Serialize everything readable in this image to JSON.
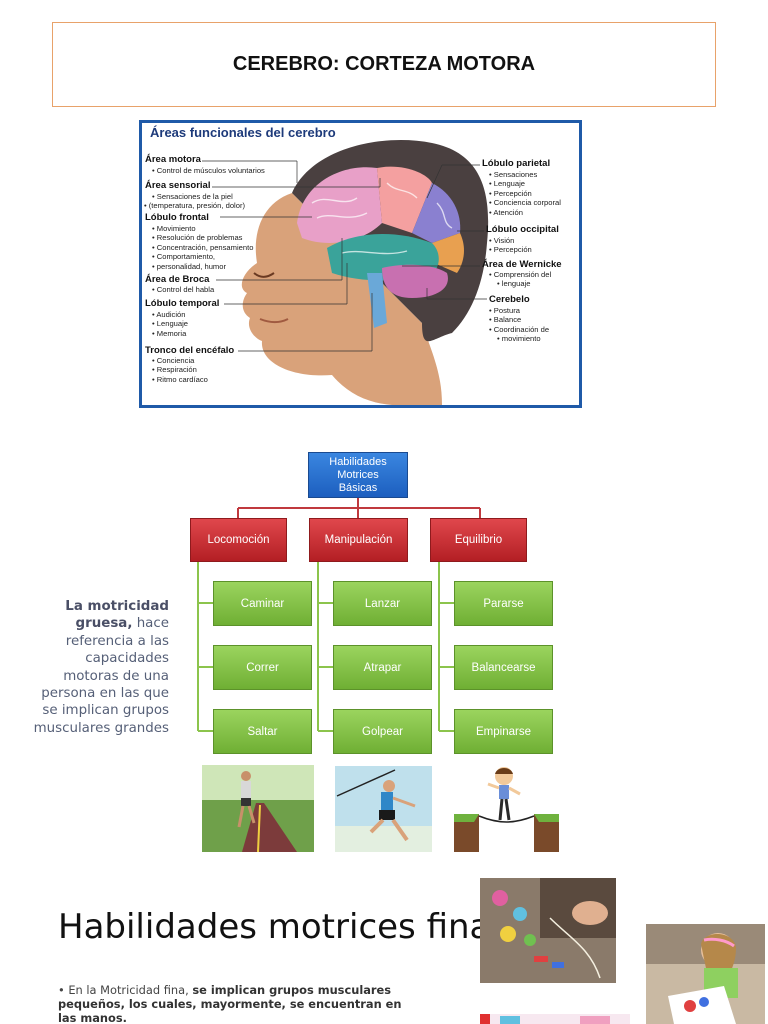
{
  "header": {
    "title": "CEREBRO: CORTEZA MOTORA"
  },
  "brain_figure": {
    "title": "Áreas funcionales del cerebro",
    "left_labels": [
      {
        "name": "Área motora",
        "items": [
          "Control de músculos voluntarios"
        ]
      },
      {
        "name": "Área sensorial",
        "items": [
          "Sensaciones de la piel",
          "(temperatura, presión, dolor)"
        ]
      },
      {
        "name": "Lóbulo frontal",
        "items": [
          "Movimiento",
          "Resolución de problemas",
          "Concentración, pensamiento",
          "Comportamiento,",
          "personalidad, humor"
        ]
      },
      {
        "name": "Área de Broca",
        "items": [
          "Control del habla"
        ]
      },
      {
        "name": "Lóbulo temporal",
        "items": [
          "Audición",
          "Lenguaje",
          "Memoria"
        ]
      },
      {
        "name": "Tronco del encéfalo",
        "items": [
          "Conciencia",
          "Respiración",
          "Ritmo cardíaco"
        ]
      }
    ],
    "right_labels": [
      {
        "name": "Lóbulo parietal",
        "items": [
          "Sensaciones",
          "Lenguaje",
          "Percepción",
          "Conciencia corporal",
          "Atención"
        ]
      },
      {
        "name": "Lóbulo occipital",
        "items": [
          "Visión",
          "Percepción"
        ]
      },
      {
        "name": "Área de Wernicke",
        "items": [
          "Comprensión del",
          "lenguaje"
        ]
      },
      {
        "name": "Cerebelo",
        "items": [
          "Postura",
          "Balance",
          "Coordinación de",
          "movimiento"
        ]
      }
    ]
  },
  "org_chart": {
    "root": [
      "Habilidades",
      "Motrices",
      "Básicas"
    ],
    "categories": [
      {
        "label": "Locomoción",
        "children": [
          "Caminar",
          "Correr",
          "Saltar"
        ]
      },
      {
        "label": "Manipulación",
        "children": [
          "Lanzar",
          "Atrapar",
          "Golpear"
        ]
      },
      {
        "label": "Equilibrio",
        "children": [
          "Pararse",
          "Balancearse",
          "Empinarse"
        ]
      }
    ]
  },
  "gruesa": {
    "bold": "La motricidad gruesa,",
    "rest": " hace referencia a las capacidades motoras de una persona en las que se implican grupos musculares grandes"
  },
  "fine": {
    "title": "Habilidades motrices finas",
    "intro": "En la Motricidad fina, ",
    "bold": "se implican grupos musculares pequeños, los cuales, mayormente, se encuentran en las manos."
  }
}
